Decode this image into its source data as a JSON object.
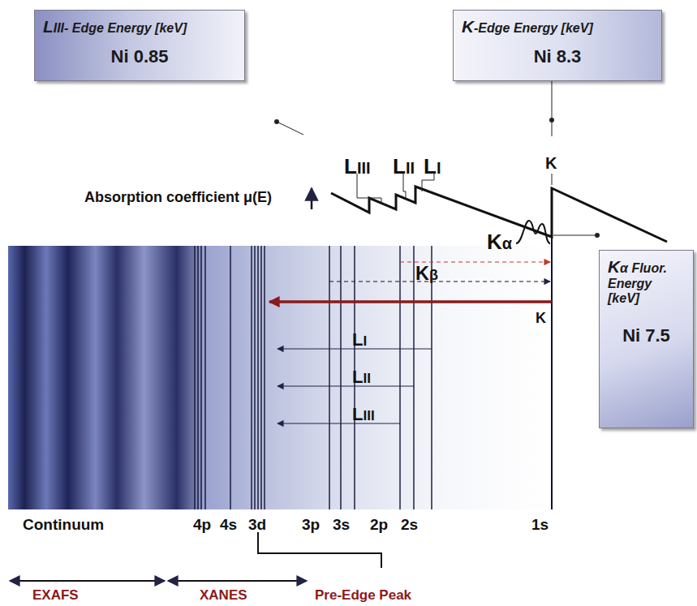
{
  "diagram": {
    "nodes": [
      {
        "text": [
          "LIII- Edge Energy [keV]",
          "Ni 0.85"
        ]
      },
      {
        "text": [
          "K-Edge Energy [keV]",
          "Ni 8.3"
        ]
      },
      {
        "text": [
          "Kα Fluor. Energy [keV]",
          "Ni 7.5"
        ]
      }
    ],
    "edges": [],
    "labels": [
      "LIII",
      "LII",
      "LI",
      "K",
      "Absorption coefficient μ(E)",
      "Kα",
      "Kβ",
      "K",
      "LI",
      "LII",
      "LIII",
      "Continuum",
      "4p",
      "4s",
      "3d",
      "3p",
      "3s",
      "2p",
      "2s",
      "1s",
      "EXAFS",
      "XANES",
      "Pre-Edge Peak"
    ]
  }
}
